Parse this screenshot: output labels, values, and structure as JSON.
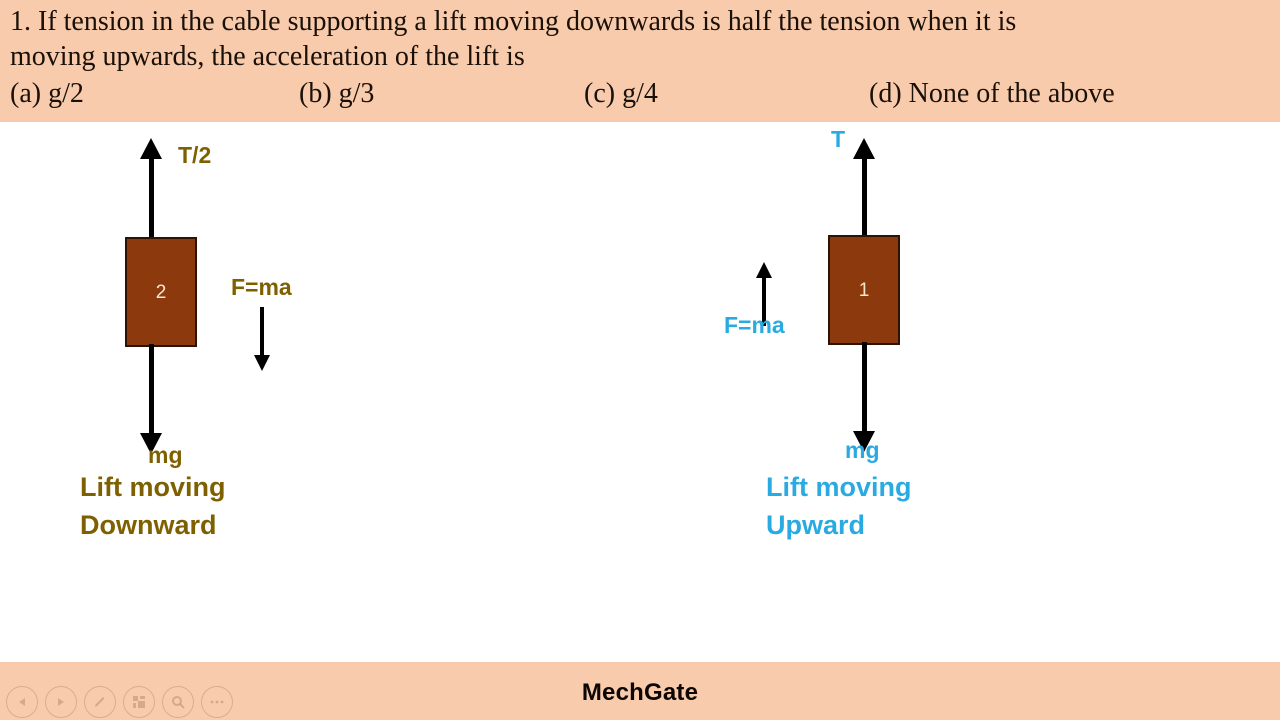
{
  "slide": {
    "question": {
      "number": "1.",
      "line1": "1. If tension in the cable supporting a lift moving downwards is half the tension when it is",
      "line2": "moving upwards, the acceleration of the lift is",
      "options": [
        {
          "key": "(a)",
          "text": "(a) g/2"
        },
        {
          "key": "(b)",
          "text": "(b) g/3"
        },
        {
          "key": "(c)",
          "text": "(c) g/4"
        },
        {
          "key": "(d)",
          "text": "(d) None of the above"
        }
      ]
    },
    "diagrams": [
      {
        "id": "lift-moving-downward",
        "block_label": "2",
        "tension_label": "T/2",
        "weight_label": "mg",
        "force_label": "F=ma",
        "force_direction": "down",
        "caption_line1": "Lift moving",
        "caption_line2": "Downward",
        "color": "#7F6000"
      },
      {
        "id": "lift-moving-upward",
        "block_label": "1",
        "tension_label": "T",
        "weight_label": "mg",
        "force_label": "F=ma",
        "force_direction": "up",
        "caption_line1": "Lift moving",
        "caption_line2": "Upward",
        "color": "#29ABE2"
      }
    ],
    "footer": {
      "watermark": "MechGate"
    },
    "presenter_controls": [
      {
        "name": "previous-slide",
        "icon": "triangle-left-icon"
      },
      {
        "name": "next-slide",
        "icon": "triangle-right-icon"
      },
      {
        "name": "pen-tools",
        "icon": "pen-icon"
      },
      {
        "name": "slide-grid",
        "icon": "grid-icon"
      },
      {
        "name": "zoom-slide",
        "icon": "magnifier-icon"
      },
      {
        "name": "more-options",
        "icon": "ellipsis-icon"
      }
    ],
    "colors": {
      "band_background": "#F7CBAC",
      "block_fill": "#8C3A0D",
      "block_border": "#2B1405",
      "block_text": "#FCE7CE",
      "olive": "#7F6000",
      "cyan": "#29ABE2",
      "arrow": "#000000"
    }
  }
}
